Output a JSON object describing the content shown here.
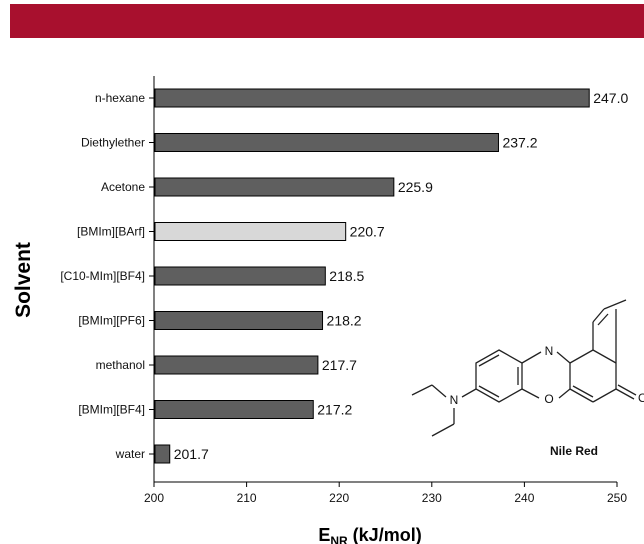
{
  "colors": {
    "band": "#a8102e",
    "bar": "#5f5f5f",
    "bar_highlight": "#d8d8d8",
    "axis": "#000000"
  },
  "chart_data": {
    "type": "bar",
    "orientation": "horizontal",
    "categories": [
      "n-hexane",
      "Diethylether",
      "Acetone",
      "[BMIm][BArf]",
      "[C10-MIm][BF4]",
      "[BMIm][PF6]",
      "methanol",
      "[BMIm][BF4]",
      "water"
    ],
    "values": [
      247.0,
      237.2,
      225.9,
      220.7,
      218.5,
      218.2,
      217.7,
      217.2,
      201.7
    ],
    "value_labels": [
      "247.0",
      "237.2",
      "225.9",
      "220.7",
      "218.5",
      "218.2",
      "217.7",
      "217.2",
      "201.7"
    ],
    "highlight_index": 3,
    "xlim": [
      200,
      250
    ],
    "xticks": [
      200,
      210,
      220,
      230,
      240,
      250
    ],
    "xlabel_main": "E",
    "xlabel_sub": "NR",
    "xlabel_unit": " (kJ/mol)",
    "ylabel": "Solvent",
    "grid": false
  },
  "inset": {
    "name": "Nile Red",
    "atom_n_ring": "N",
    "atom_o_ring": "O",
    "atom_n_amine": "N",
    "atom_o_partial": "O"
  }
}
